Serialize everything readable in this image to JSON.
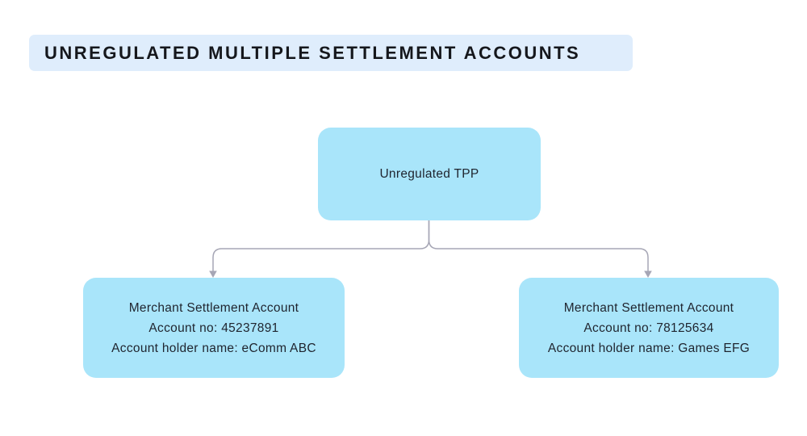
{
  "title": "UNREGULATED MULTIPLE SETTLEMENT ACCOUNTS",
  "colors": {
    "background": "#ffffff",
    "node_fill": "#a9e5fa",
    "title_fill": "#dfedfc",
    "connector": "#a6a6b5",
    "text": "#1f242e",
    "title_text": "#15171c"
  },
  "nodes": {
    "root": {
      "label": "Unregulated TPP"
    },
    "left": {
      "lines": [
        "Merchant Settlement Account",
        "Account no: 45237891",
        "Account holder name: eComm ABC"
      ]
    },
    "right": {
      "lines": [
        "Merchant Settlement Account",
        "Account no: 78125634",
        "Account holder name: Games EFG"
      ]
    }
  }
}
